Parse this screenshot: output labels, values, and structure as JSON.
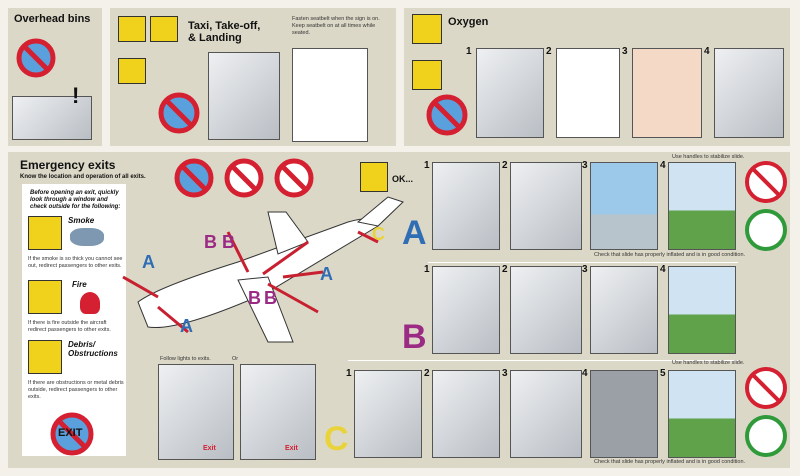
{
  "overhead_bins": {
    "title": "Overhead bins"
  },
  "taxi": {
    "title": "Taxi, Take-off, & Landing",
    "note": "Fasten seatbelt when the sign is on. Keep seatbelt on at all times while seated."
  },
  "oxygen": {
    "title": "Oxygen",
    "steps": [
      "1",
      "2",
      "3",
      "4"
    ]
  },
  "emergency": {
    "title": "Emergency exits",
    "subtitle": "Know the location and operation of all exits.",
    "check_intro": "Before opening an exit, quickly look through a window and check outside for the following:",
    "hazards": [
      {
        "label": "Smoke",
        "text": "If the smoke is so thick you cannot see out, redirect passengers to other exits."
      },
      {
        "label": "Fire",
        "text": "If there is fire outside the aircraft redirect passengers to other exits."
      },
      {
        "label": "Debris/ Obstructions",
        "text": "If there are obstructions or metal debris outside, redirect passengers to other exits."
      }
    ],
    "no_exit_sign": "EXIT",
    "ok_label": "OK...",
    "follow_lights": "Follow lights to exits.",
    "or": "Or",
    "exit_label": "Exit",
    "plane_labels": [
      "A",
      "B",
      "B",
      "A",
      "C",
      "B",
      "B",
      "A"
    ],
    "row_a": {
      "letter": "A",
      "steps": [
        "1",
        "2",
        "3",
        "4"
      ],
      "top_note": "Use handles to stabilize slide.",
      "bottom_note": "Check that slide has properly inflated and is in good condition."
    },
    "row_b": {
      "letter": "B",
      "steps": [
        "1",
        "2",
        "3",
        "4"
      ]
    },
    "row_c": {
      "letter": "C",
      "steps": [
        "1",
        "2",
        "3",
        "4",
        "5"
      ],
      "top_note": "Use handles to stabilize slide.",
      "bottom_note": "Check that slide has properly inflated and is in good condition."
    }
  },
  "colors": {
    "panel": "#dcd8c7",
    "a": "#2f6db5",
    "b": "#9b2a85",
    "c": "#e8d43a",
    "prohibit": "#d42030",
    "ok": "#2f9a3a"
  }
}
